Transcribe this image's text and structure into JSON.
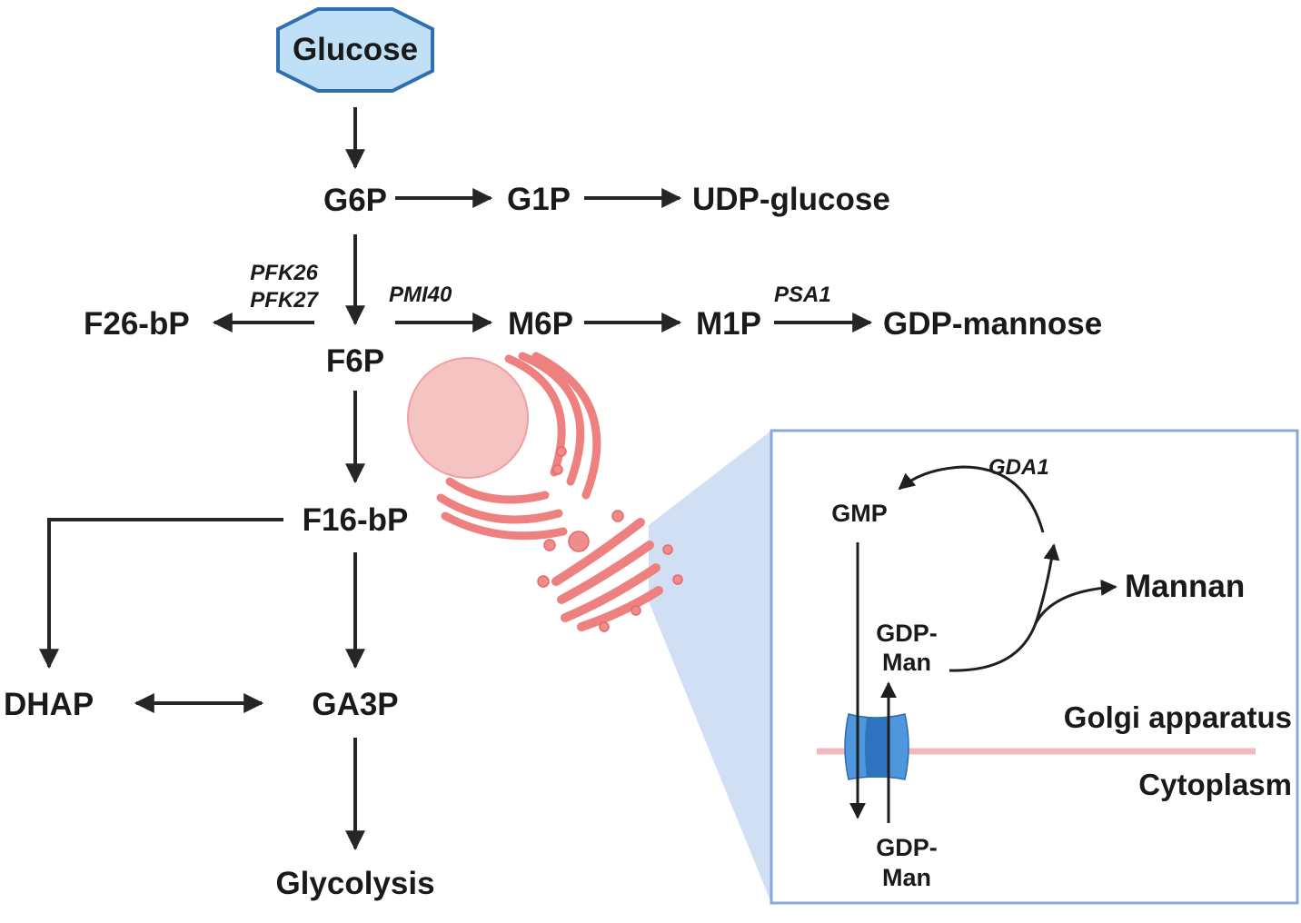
{
  "nodes": {
    "glucose": "Glucose",
    "g6p": "G6P",
    "g1p": "G1P",
    "udp_glucose": "UDP-glucose",
    "f6p": "F6P",
    "f26bp": "F26-bP",
    "m6p": "M6P",
    "m1p": "M1P",
    "gdp_mannose": "GDP-mannose",
    "f16bp": "F16-bP",
    "dhap": "DHAP",
    "ga3p": "GA3P",
    "glycolysis": "Glycolysis"
  },
  "enzymes": {
    "pfk26": "PFK26",
    "pfk27": "PFK27",
    "pmi40": "PMI40",
    "psa1": "PSA1",
    "gda1": "GDA1"
  },
  "inset": {
    "gmp": "GMP",
    "gdp_man_top_1": "GDP-",
    "gdp_man_top_2": "Man",
    "gdp_man_bottom_1": "GDP-",
    "gdp_man_bottom_2": "Man",
    "mannan": "Mannan",
    "golgi_label": "Golgi apparatus",
    "cytoplasm_label": "Cytoplasm"
  },
  "colors": {
    "glucose_fill": "#bfe0f7",
    "glucose_stroke": "#2f6fb0",
    "inset_border": "#8aa8d8",
    "inset_wedge": "#c9d9f2",
    "membrane": "#f2b8bc",
    "transporter": "#4f97dc",
    "transporter_core": "#2f72bd",
    "golgi": "#f08c8c"
  }
}
